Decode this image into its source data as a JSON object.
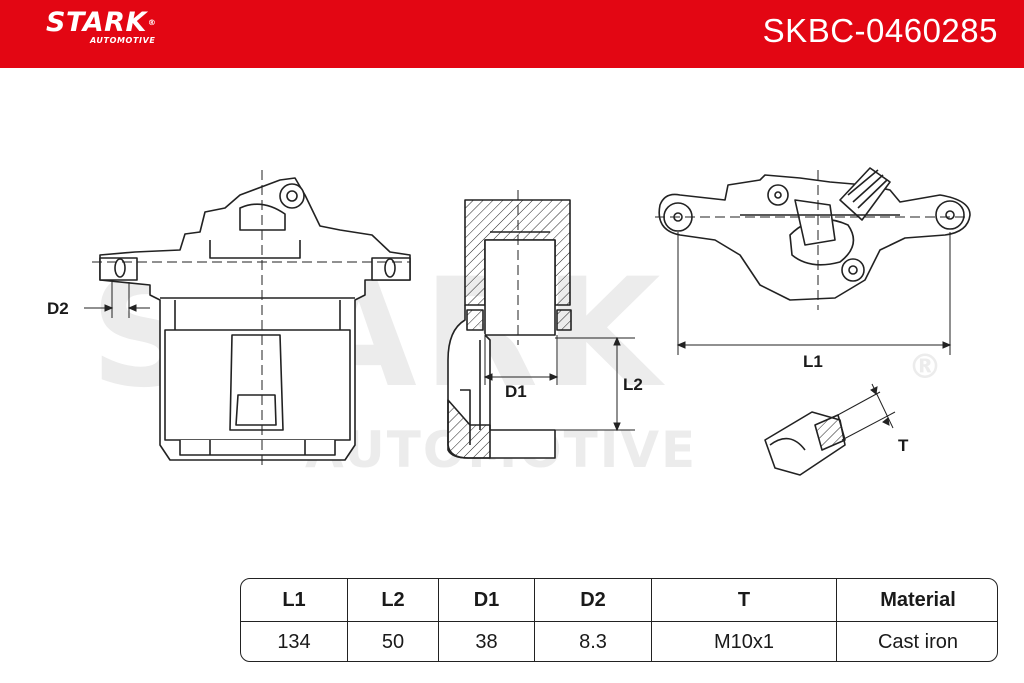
{
  "header": {
    "brand": "STARK",
    "brand_reg": "®",
    "brand_sub": "AUTOMOTIVE",
    "sku": "SKBC-0460285",
    "background_color": "#e30613"
  },
  "watermark": {
    "main": "STARK",
    "sub": "AUTOMOTIVE",
    "reg": "®"
  },
  "dimensions": {
    "d2": "D2",
    "d1": "D1",
    "l1": "L1",
    "l2": "L2",
    "t": "T"
  },
  "spec_table": {
    "headers": [
      "L1",
      "L2",
      "D1",
      "D2",
      "T",
      "Material"
    ],
    "values": [
      "134",
      "50",
      "38",
      "8.3",
      "M10x1",
      "Cast iron"
    ]
  }
}
